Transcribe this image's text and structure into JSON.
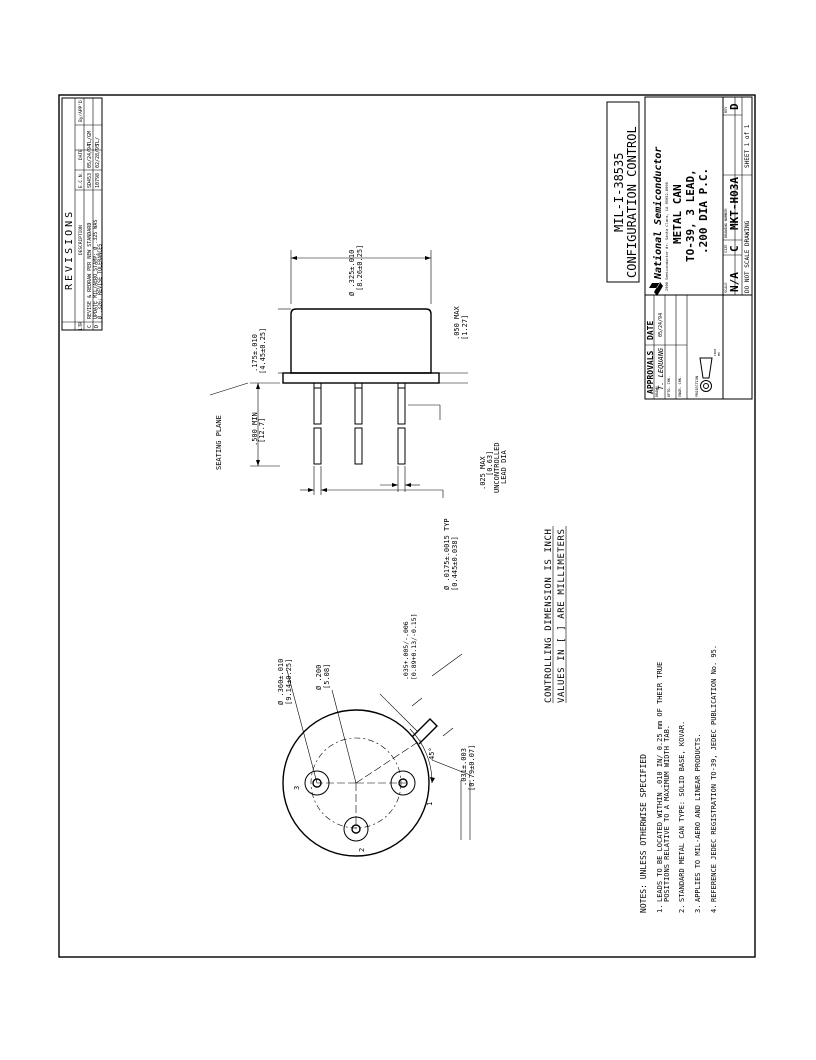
{
  "revisions": {
    "title": "REVISIONS",
    "headers": {
      "ltr": "LTR",
      "description": "DESCRIPTION",
      "ecn": "E.C.N.",
      "date": "DATE",
      "byappd": "By/APP'D"
    },
    "rows": [
      {
        "ltr": "C",
        "description": "REVISE & REDRAW PER NEW STANDARD",
        "ecn": "SD453",
        "date": "05/24/94",
        "byappd": "TL/GM"
      },
      {
        "ltr": "D",
        "description_1": "UPDATE MIL/AERO STAMP; Ø .325 WAS",
        "description_2": "Ø .326; REVISE TOLERANCES",
        "ecn": "10798",
        "date": "02/28/95",
        "byappd": "TL/"
      }
    ]
  },
  "stamp": {
    "line1": "MIL-I-38535",
    "line2": "CONFIGURATION CONTROL"
  },
  "title_block": {
    "approvals": "APPROVALS",
    "date_header": "DATE",
    "drawn_label": "DRAWN",
    "drawn_name": "T. LEQUANG",
    "drawn_date": "05/24/94",
    "dftg_chk": "DFTG. CHK.",
    "engr_chk": "ENGR. CHK.",
    "company": "National Semiconductor",
    "address": "2900 Semiconductor dr. Santa Clara, CA 95052-8090",
    "title_1": "METAL CAN",
    "title_2": "TO-39, 3 LEAD,",
    "title_3": ".200 DIA P.C.",
    "projection_label": "PROJECTION",
    "inch_label": "INCH",
    "mm_label": "MM",
    "scale_label": "SCALE",
    "scale_value": "N/A",
    "size_label": "SIZE",
    "size_value": "C",
    "drawing_number_label": "DRAWING NUMBER",
    "drawing_number": "MKT-H03A",
    "rev_label": "REV",
    "rev_value": "D",
    "do_not_scale": "DO NOT SCALE DRAWING",
    "sheet": "SHEET 1 of 1"
  },
  "side_view": {
    "seating_plane": "SEATING PLANE",
    "lead_length": ".500 MIN",
    "lead_length_mm": "[12.7]",
    "cap_height": ".175±.010",
    "cap_height_mm": "[4.45±0.25]",
    "flange": ".050 MAX",
    "flange_mm": "[1.27]",
    "body_dia": "Ø .325±.010",
    "body_dia_mm": "[8.26±0.25]",
    "lead_zone_1": ".025  MAX",
    "lead_zone_2": "[0.63]",
    "lead_zone_3": "UNCONTROLLED",
    "lead_zone_4": "LEAD DIA",
    "lead_dia": "Ø .0175±.0015 TYP",
    "lead_dia_mm": "[0.445±0.038]"
  },
  "bottom_view": {
    "flange_dia": "Ø .360±.010",
    "flange_dia_mm": "[9.14±0.25]",
    "pc_dia": "Ø .200",
    "pc_dia_mm": "[5.08]",
    "tab_width": ".035+.005/-.006",
    "tab_width_mm": "[0.89+0.13/-0.15]",
    "tab_len": ".031±.003",
    "tab_len_mm": "[0.79±0.07]",
    "angle": "45°",
    "pin1": "1",
    "pin2": "2",
    "pin3": "3"
  },
  "controlling": {
    "line1": "CONTROLLING DIMENSION IS INCH",
    "line2": "VALUES IN [ ] ARE MILLIMETERS"
  },
  "notes": {
    "heading": "NOTES: UNLESS OTHERWISE SPECIFIED",
    "items": [
      {
        "n": "1.",
        "line1": "LEADS TO BE LOCATED WITHIN .010 IN/ 0.25 mm OF THEIR TRUE",
        "line2": "POSITIONS RELATIVE TO A MAXIMUM WIDTH TAB."
      },
      {
        "n": "2.",
        "line1": "STANDARD METAL CAN TYPE: SOLID BASE, KOVAR.",
        "line2": ""
      },
      {
        "n": "3.",
        "line1": "APPLIES TO MIL-AERO AND LINEAR PRODUCTS.",
        "line2": ""
      },
      {
        "n": "4.",
        "line1": "REFERENCE JEDEC REGISTRATION TO-39, JEDEC PUBLICATION No. 95.",
        "line2": ""
      }
    ]
  }
}
